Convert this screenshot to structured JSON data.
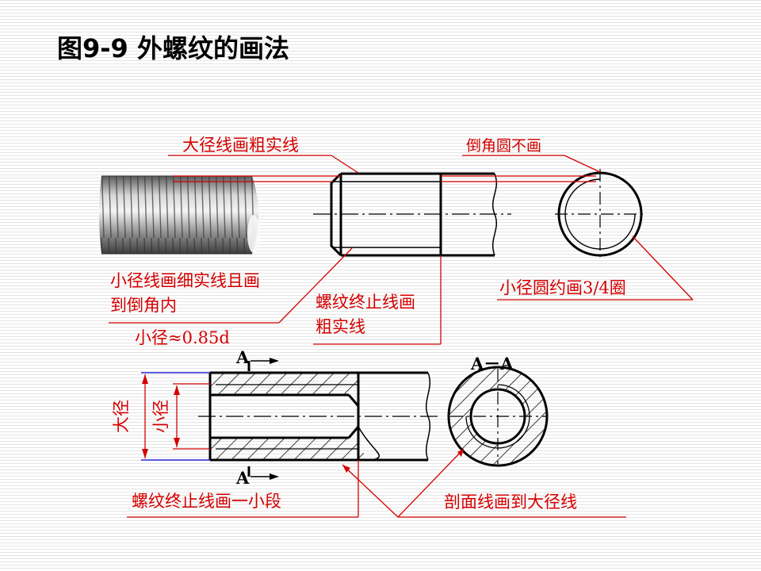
{
  "title": "图9-9   外螺纹的画法",
  "labels": {
    "major_thick": "大径线画粗实线",
    "chamfer_circle": "倒角圆不画",
    "minor_line_1": "小径线画细实线且画",
    "minor_line_2": "到倒角内",
    "thread_end_1": "螺纹终止线画",
    "thread_end_2": "粗实线",
    "minor_circle": "小径圆约画3/4圈",
    "minor_formula": "小径≈0.85d",
    "section_a_top": "A",
    "section_a_bottom": "A",
    "section_aa": "A－A",
    "major_dim": "大径",
    "minor_dim": "小径",
    "thread_end_short": "螺纹终止线画一小段",
    "hatch_to_major": "剖面线画到大径线"
  },
  "colors": {
    "annotation": "#d40000",
    "dimension_blue": "#0000cc",
    "outline": "#000000"
  }
}
